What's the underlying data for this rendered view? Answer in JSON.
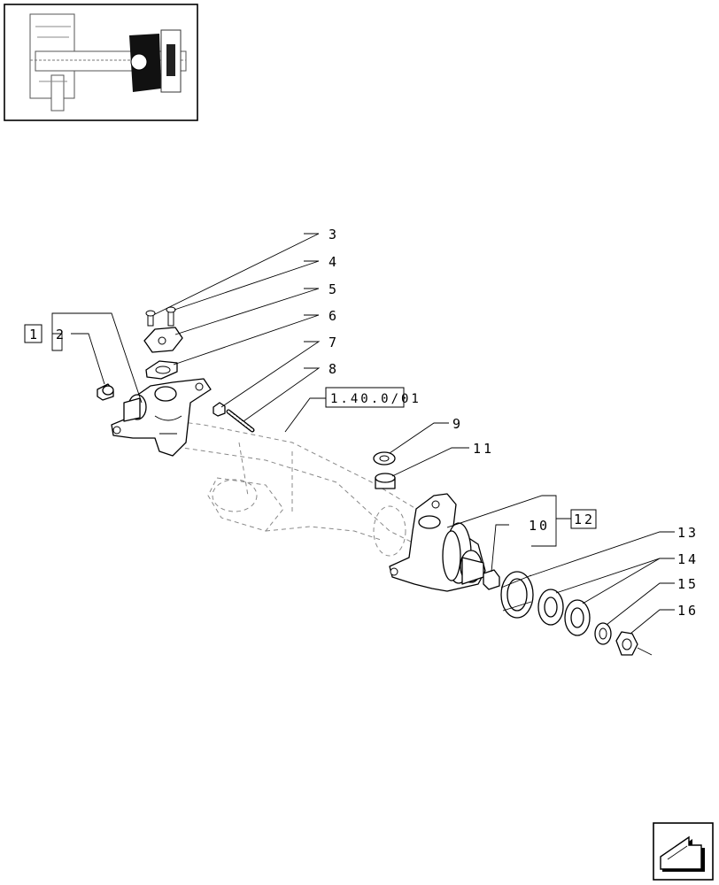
{
  "diagram": {
    "callouts": {
      "c1": "1",
      "c2": "2",
      "c3": "3",
      "c4": "4",
      "c5": "5",
      "c6": "6",
      "c7": "7",
      "c8": "8",
      "c9": "9",
      "c10": "10",
      "c11": "11",
      "c12": "12",
      "c13": "13",
      "c14": "14",
      "c15": "15",
      "c16": "16"
    },
    "reference_box": "1.40.0/01"
  },
  "nav_icon": "next-page-arrow-icon",
  "thumbnail_icon": "axle-assembly-thumbnail-icon"
}
